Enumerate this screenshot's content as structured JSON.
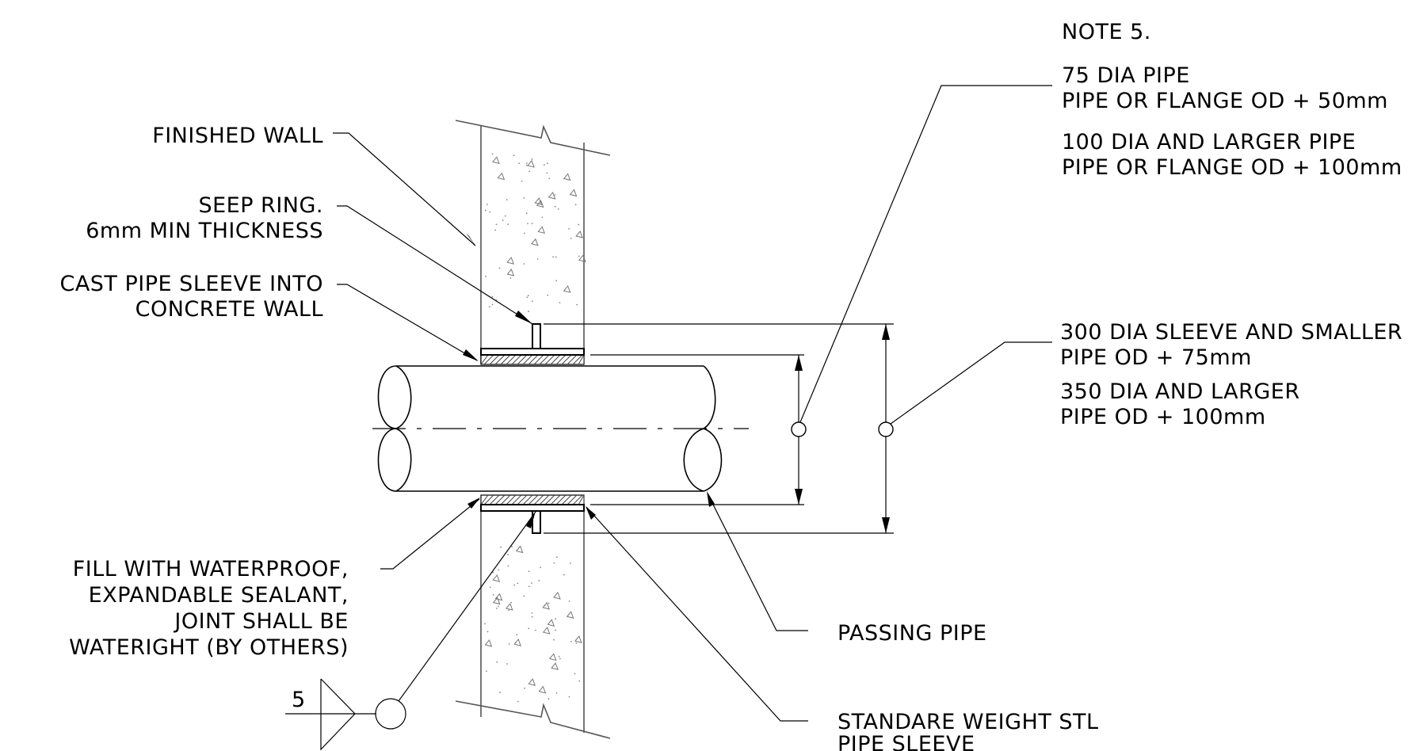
{
  "labels": {
    "finished_wall": "FINISHED WALL",
    "seep_ring_1": "SEEP RING.",
    "seep_ring_2": "6mm MIN THICKNESS",
    "cast_sleeve_1": "CAST PIPE SLEEVE INTO",
    "cast_sleeve_2": "CONCRETE WALL",
    "fill_1": "FILL WITH WATERPROOF,",
    "fill_2": "EXPANDABLE SEALANT,",
    "fill_3": "JOINT SHALL BE",
    "fill_4": "WATERIGHT (BY OTHERS)",
    "passing_pipe": "PASSING PIPE",
    "sleeve_1": "STANDARE WEIGHT STL",
    "sleeve_2": "PIPE SLEEVE",
    "weld_size": "5"
  },
  "notes": {
    "note_title": "NOTE 5.",
    "ring_1": "75 DIA PIPE",
    "ring_2": "PIPE OR FLANGE OD + 50mm",
    "ring_3": "100 DIA AND LARGER PIPE",
    "ring_4": "PIPE OR FLANGE OD + 100mm",
    "sleeve_1": "300 DIA SLEEVE AND SMALLER",
    "sleeve_2": "PIPE OD + 75mm",
    "sleeve_3": "350 DIA AND LARGER",
    "sleeve_4": "PIPE OD + 100mm"
  }
}
